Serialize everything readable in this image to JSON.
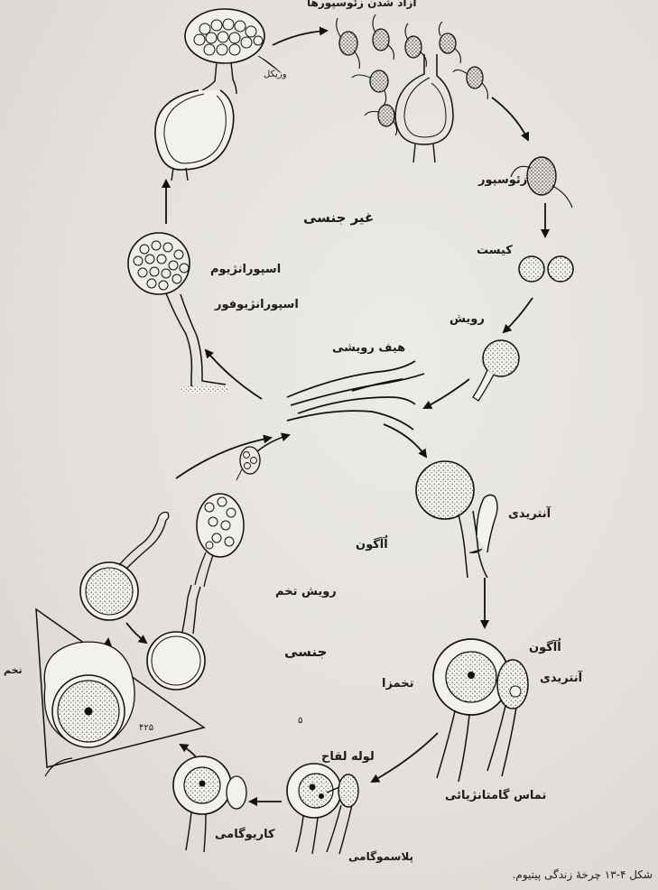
{
  "labels": {
    "zoospore_release": "آزاد شدن زئوسپورها",
    "vesicle": "وزیکل",
    "zoospore": "زئوسپور",
    "cyst": "کیست",
    "germination": "رویش",
    "germinating_hypha": "هیف رویشی",
    "asexual": "غیر جنسی",
    "sporangium": "اسپورانژیوم",
    "sporangiophore": "اسپورانژیوفور",
    "antheridium_1": "آنتریدی",
    "oogonium_1": "اُآگون",
    "oogonium_2": "اُآگون",
    "antheridium_2": "آنتریدی",
    "oosphere": "تخمزا",
    "gametangial_contact": "تماس گامتانژیائی",
    "fertilization_tube": "لوله لقاح",
    "plasmogamy": "پلاسموگامی",
    "karyogamy": "کاریوگامی",
    "sexual": "جنسی",
    "egg_germination": "رویش تخم",
    "egg": "تخم",
    "magnification": "۴۲۵",
    "dot_mark": "۵"
  },
  "caption": "شکل ۴-۱۳ چرخهٔ زندگی پیتیوم."
}
